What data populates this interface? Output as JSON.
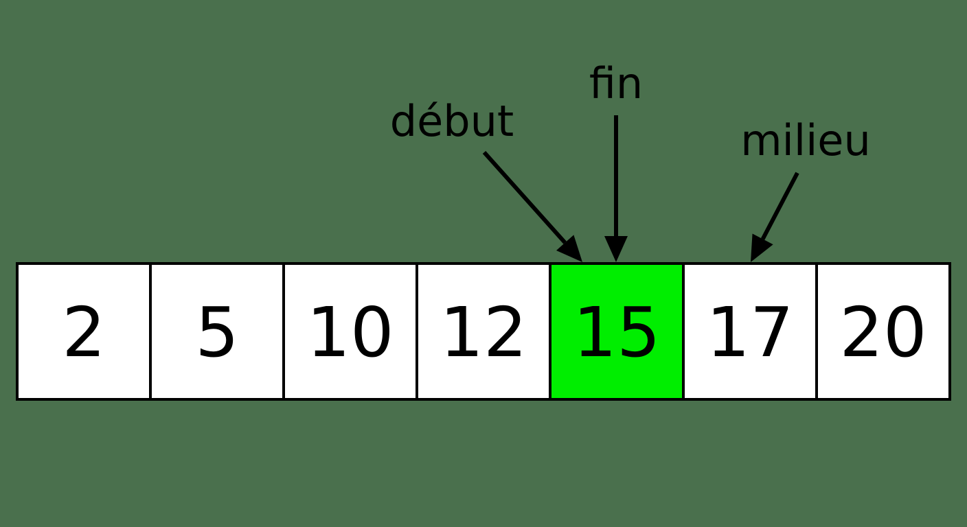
{
  "array": {
    "cells": [
      {
        "value": "2",
        "highlighted": false
      },
      {
        "value": "5",
        "highlighted": false
      },
      {
        "value": "10",
        "highlighted": false
      },
      {
        "value": "12",
        "highlighted": false
      },
      {
        "value": "15",
        "highlighted": true
      },
      {
        "value": "17",
        "highlighted": false
      },
      {
        "value": "20",
        "highlighted": false
      }
    ]
  },
  "pointers": [
    {
      "id": "debut",
      "label": "début",
      "target_index": 4
    },
    {
      "id": "fin",
      "label": "fin",
      "target_index": 4
    },
    {
      "id": "milieu",
      "label": "milieu",
      "target_index": 5
    }
  ],
  "colors": {
    "background": "#4a704d",
    "cell_fill": "#ffffff",
    "highlight_fill": "#00ee00",
    "ink": "#000000"
  }
}
